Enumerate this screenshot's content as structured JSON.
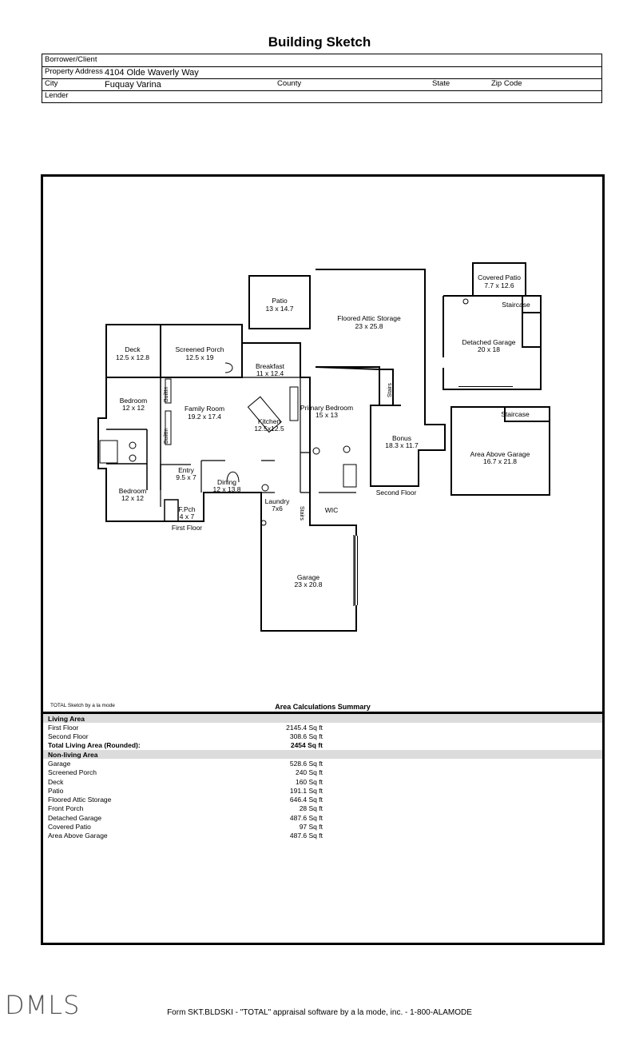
{
  "title": "Building Sketch",
  "header": {
    "borrower_label": "Borrower/Client",
    "address_label": "Property Address",
    "address_value": "4104 Olde Waverly Way",
    "city_label": "City",
    "city_value": "Fuquay Varina",
    "county_label": "County",
    "state_label": "State",
    "zip_label": "Zip Code",
    "lender_label": "Lender"
  },
  "sketch": {
    "deck": {
      "name": "Deck",
      "dim": "12.5 x 12.8"
    },
    "screened_porch": {
      "name": "Screened Porch",
      "dim": "12.5 x 19"
    },
    "patio": {
      "name": "Patio",
      "dim": "13 x 14.7"
    },
    "attic": {
      "name": "Floored Attic Storage",
      "dim": "23 x 25.8"
    },
    "covered_patio": {
      "name": "Covered Patio",
      "dim": "7.7 x 12.6"
    },
    "staircase": "Staircase",
    "detached_garage": {
      "name": "Detached Garage",
      "dim": "20 x 18"
    },
    "breakfast": {
      "name": "Breakfast",
      "dim": "11 x 12.4"
    },
    "bedroom1": {
      "name": "Bedroom",
      "dim": "12 x 12"
    },
    "builtin": "BuiltIn",
    "family_room": {
      "name": "Family Room",
      "dim": "19.2 x 17.4"
    },
    "kitchen": {
      "name": "Kitchen",
      "dim": "12.5x12.5"
    },
    "primary_bedroom": {
      "name": "Primary Bedroom",
      "dim": "15 x 13"
    },
    "stairs": "Stairs",
    "bonus": {
      "name": "Bonus",
      "dim": "18.3 x 11.7"
    },
    "area_above_garage": {
      "name": "Area Above Garage",
      "dim": "16.7 x 21.8"
    },
    "entry": {
      "name": "Entry",
      "dim": "9.5 x 7"
    },
    "dining": {
      "name": "Dining",
      "dim": "12 x 13.8"
    },
    "bedroom2": {
      "name": "Bedroom",
      "dim": "12 x 12"
    },
    "laundry": {
      "name": "Laundry",
      "dim": "7x6"
    },
    "wic": "WIC",
    "fpch": {
      "name": "F.Pch",
      "dim": "4 x 7"
    },
    "first_floor": "First Floor",
    "second_floor": "Second Floor",
    "garage": {
      "name": "Garage",
      "dim": "23 x 20.8"
    }
  },
  "credit_note": "TOTAL Sketch by a la mode",
  "summary_title": "Area Calculations Summary",
  "living_area": {
    "heading": "Living Area",
    "rows": [
      {
        "name": "First Floor",
        "value": "2145.4 Sq ft"
      },
      {
        "name": "Second Floor",
        "value": "308.6 Sq ft"
      }
    ],
    "total_label": "Total Living Area (Rounded):",
    "total_value": "2454 Sq ft"
  },
  "non_living": {
    "heading": "Non-living Area",
    "rows": [
      {
        "name": "Garage",
        "value": "528.6 Sq ft"
      },
      {
        "name": "Screened Porch",
        "value": "240 Sq ft"
      },
      {
        "name": "Deck",
        "value": "160 Sq ft"
      },
      {
        "name": "Patio",
        "value": "191.1 Sq ft"
      },
      {
        "name": "Floored Attic Storage",
        "value": "646.4 Sq ft"
      },
      {
        "name": "Front Porch",
        "value": "28 Sq ft"
      },
      {
        "name": "Detached Garage",
        "value": "487.6 Sq ft"
      },
      {
        "name": "Covered Patio",
        "value": "97 Sq ft"
      },
      {
        "name": "Area Above Garage",
        "value": "487.6 Sq ft"
      }
    ]
  },
  "footer": "Form SKT.BLDSKI - \"TOTAL\" appraisal software by a la mode, inc. - 1-800-ALAMODE",
  "logo": "DMLS"
}
